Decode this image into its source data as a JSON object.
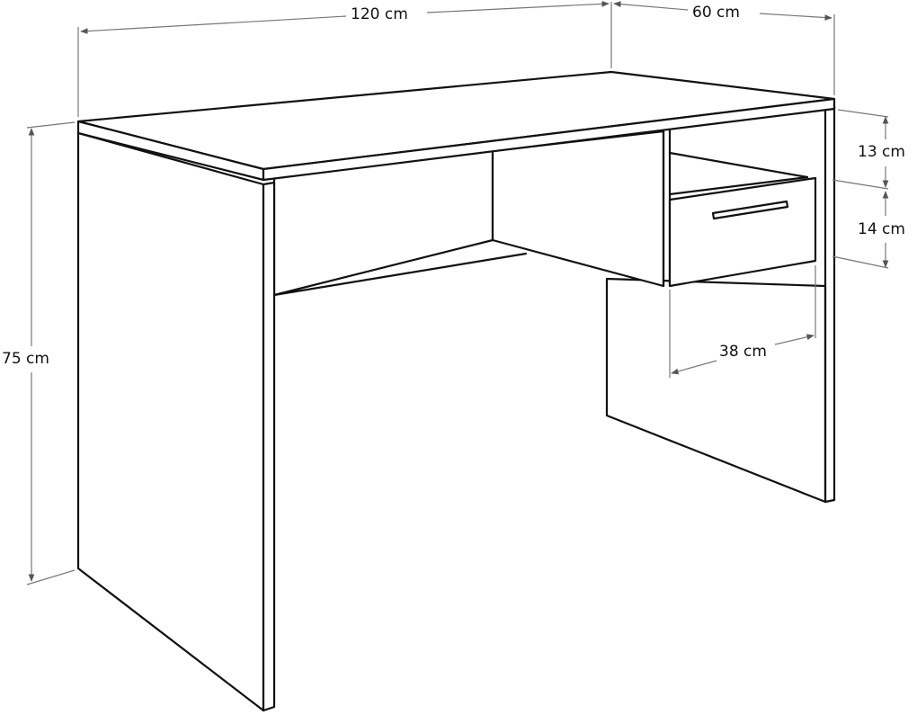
{
  "diagram": {
    "subject": "Writing desk with one drawer",
    "line_color": "#111111",
    "dimension_line_color": "#777777",
    "background": "#ffffff",
    "dimensions": {
      "width": "120 cm",
      "depth": "60 cm",
      "height": "75 cm",
      "upper_gap": "13 cm",
      "drawer_height": "14 cm",
      "drawer_width": "38 cm"
    },
    "parts": [
      "tabletop",
      "left-leg-panel",
      "right-leg-panel",
      "back-modesty-panel",
      "drawer-cabinet",
      "drawer",
      "drawer-handle"
    ]
  }
}
